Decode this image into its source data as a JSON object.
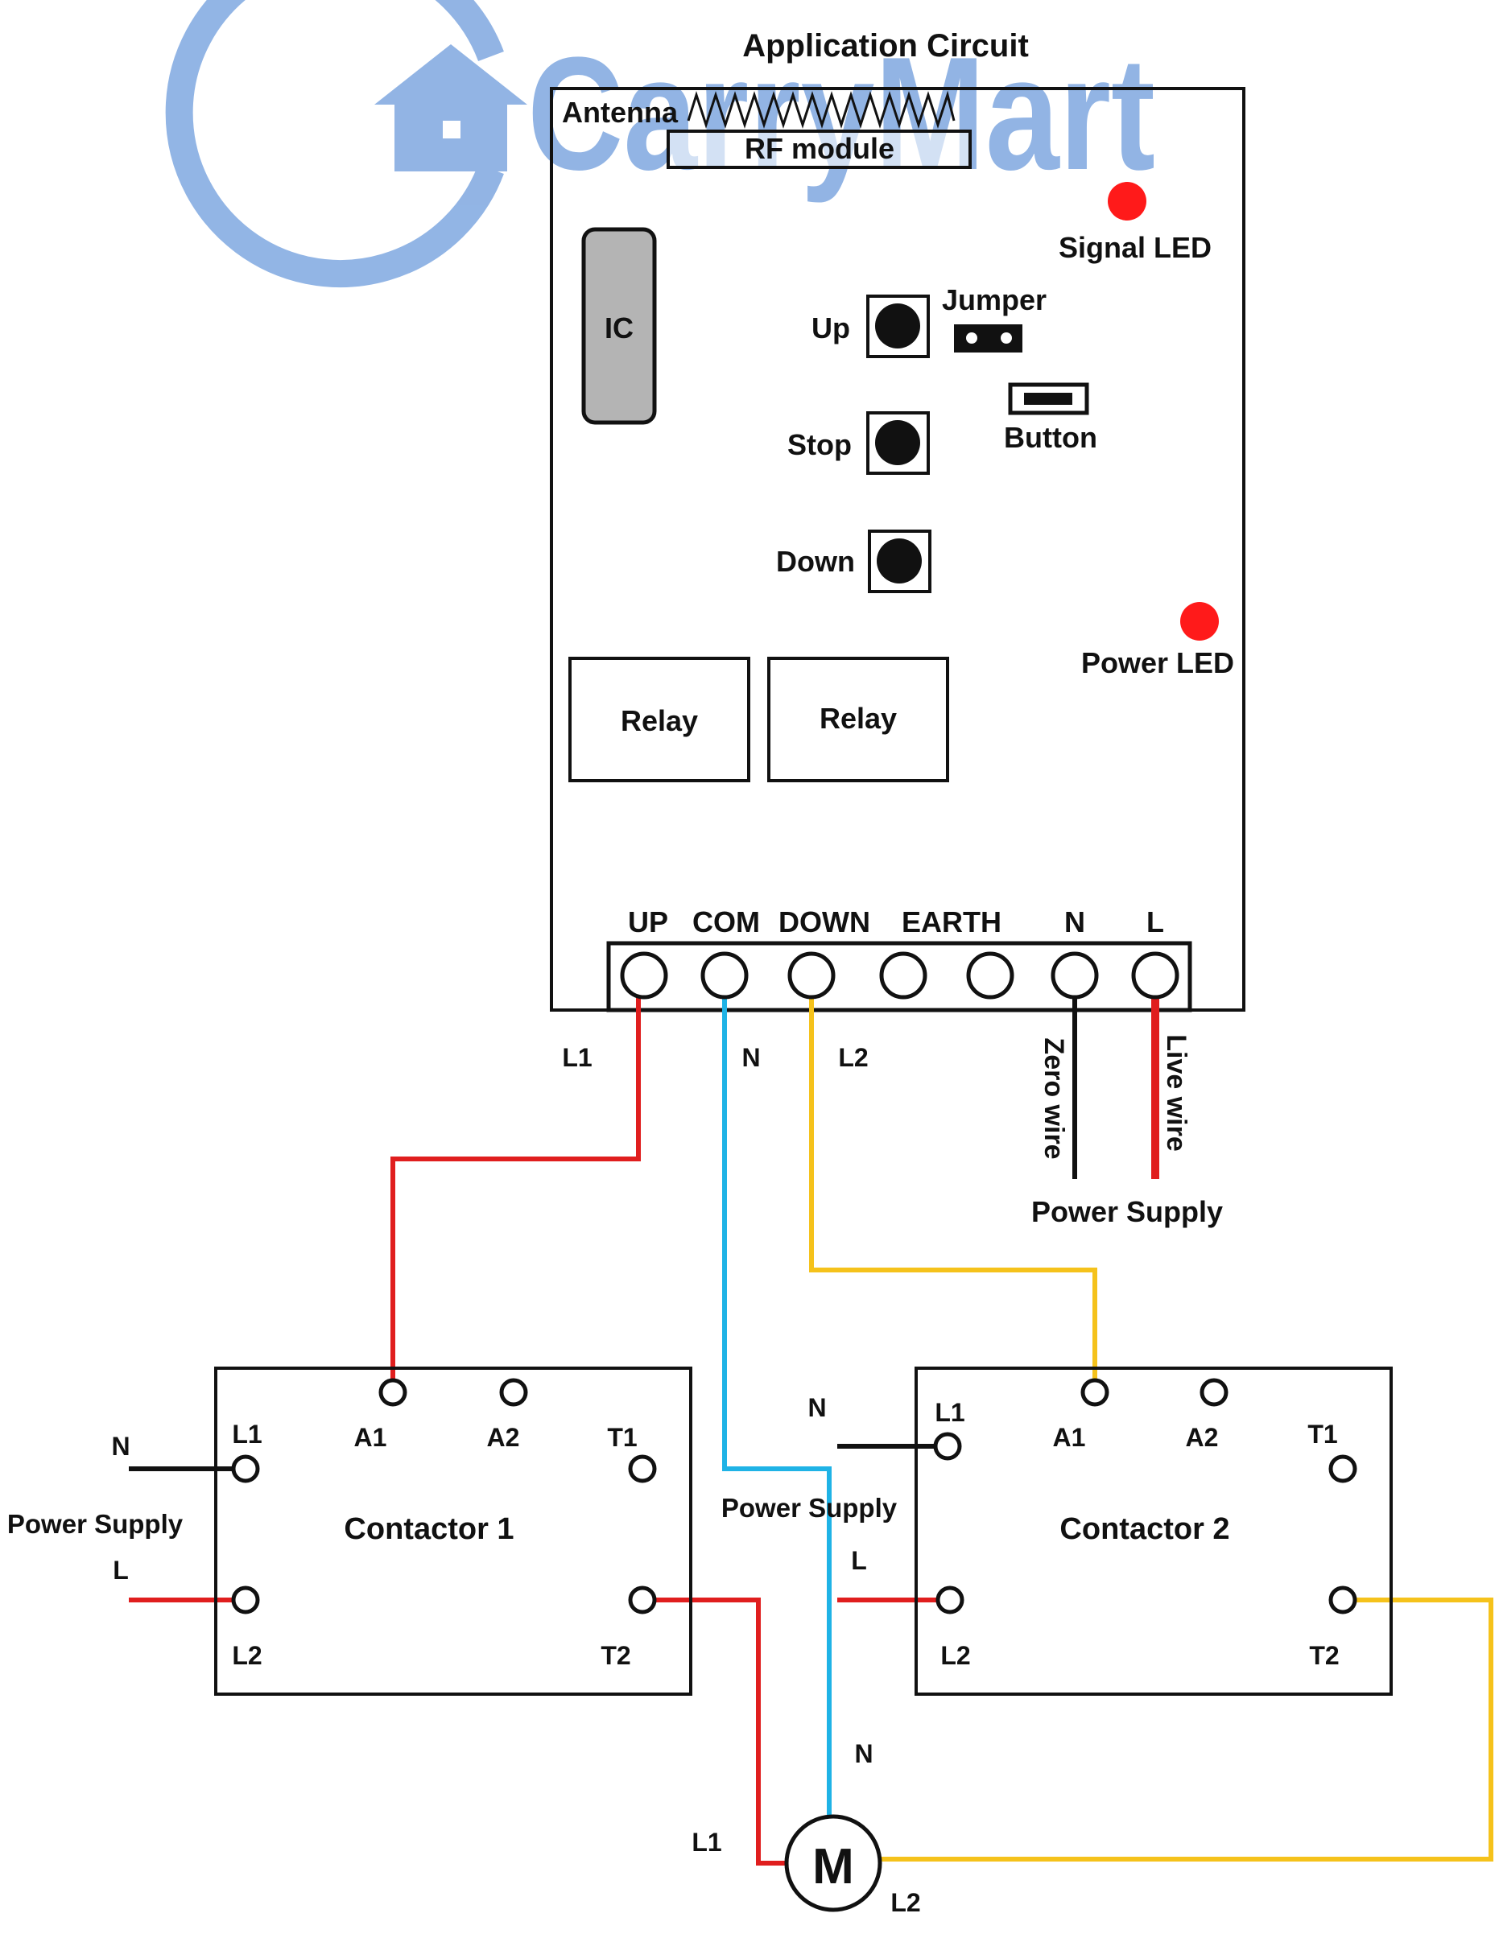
{
  "watermark": {
    "brand": "CarryMart",
    "color": "#7fa8e0"
  },
  "board": {
    "title": "Application Circuit",
    "antenna_label": "Antenna",
    "rf_module_label": "RF module",
    "ic_label": "IC",
    "signal_led_label": "Signal LED",
    "power_led_label": "Power LED",
    "jumper_label": "Jumper",
    "button_label": "Button",
    "up_label": "Up",
    "stop_label": "Stop",
    "down_label": "Down",
    "relay1_label": "Relay",
    "relay2_label": "Relay",
    "terminals": [
      "UP",
      "COM",
      "DOWN",
      "EARTH",
      "N",
      "L"
    ]
  },
  "wires": {
    "up_label": "L1",
    "com_label": "N",
    "down_label": "L2",
    "zero_wire_label": "Zero wire",
    "live_wire_label": "Live wire",
    "board_supply_label": "Power Supply"
  },
  "contactor1": {
    "name": "Contactor 1",
    "L1": "L1",
    "A1": "A1",
    "A2": "A2",
    "T1": "T1",
    "L2": "L2",
    "T2": "T2",
    "supply_label": "Power Supply",
    "N_label": "N",
    "L_label": "L"
  },
  "contactor2": {
    "name": "Contactor 2",
    "L1": "L1",
    "A1": "A1",
    "A2": "A2",
    "T1": "T1",
    "L2": "L2",
    "T2": "T2",
    "supply_label": "Power Supply",
    "N_label": "N",
    "L_label": "L"
  },
  "motor": {
    "symbol": "M",
    "N_label": "N",
    "L1_label": "L1",
    "L2_label": "L2"
  },
  "colors": {
    "red": "#e01e1e",
    "blue": "#1fb3e6",
    "yellow": "#f5c21b",
    "led": "#ff1a1a",
    "ic": "#b4b4b4"
  }
}
